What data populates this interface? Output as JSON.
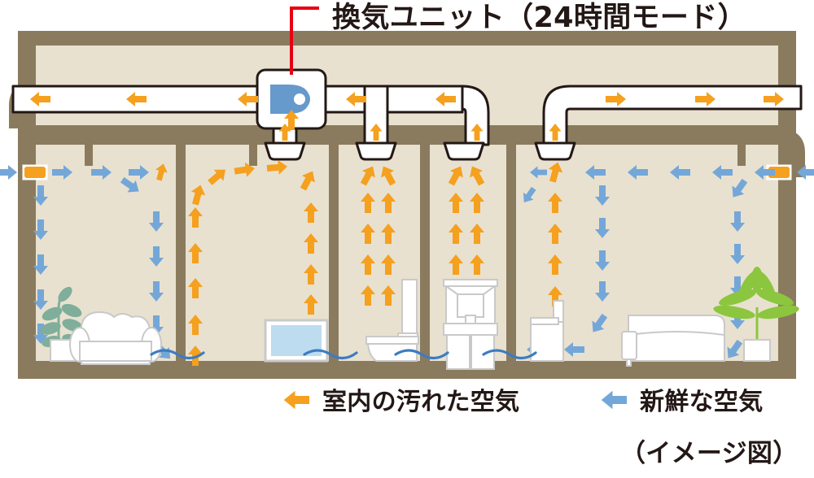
{
  "diagram": {
    "title": "換気ユニット（24時間モード）",
    "caption": "（イメージ図）",
    "legend": {
      "dirty_air_label": "室内の汚れた空気",
      "fresh_air_label": "新鮮な空気",
      "dirty_air_color": "#F5A01E",
      "fresh_air_color": "#74A7D8"
    },
    "colors": {
      "wall": "#8B7B5E",
      "room_fill": "#E8E1D0",
      "attic_fill": "#E8E1D0",
      "duct_fill": "#FFFFFF",
      "duct_stroke": "#231815",
      "unit_fan": "#6699CC",
      "leader_line": "#E60012",
      "water": "#BDDCF0",
      "furniture_fill": "#FFFFFF",
      "furniture_stroke": "#C9C9C9",
      "plant_green": "#7FAE9B",
      "palm_green": "#8CC63F",
      "wave": "#3C7CC0",
      "text": "#231815"
    },
    "elements": {
      "ventilation_unit": "換気ユニット",
      "attic_duct": "duct",
      "ceiling_vents": 4,
      "wall_intakes": 2,
      "exterior_exhaust_pipes": 2
    },
    "rooms": [
      {
        "name": "living-room-left",
        "furniture": [
          "potted-plant",
          "sofa"
        ],
        "airflow": "fresh"
      },
      {
        "name": "bathroom",
        "furniture": [
          "bathtub"
        ],
        "airflow": "dirty"
      },
      {
        "name": "toilet-room",
        "furniture": [
          "toilet"
        ],
        "airflow": "dirty"
      },
      {
        "name": "washroom",
        "furniture": [
          "washbasin",
          "mirror"
        ],
        "airflow": "dirty"
      },
      {
        "name": "living-room-right",
        "furniture": [
          "cabinet",
          "sofa",
          "palm-plant"
        ],
        "airflow": "fresh"
      }
    ]
  }
}
